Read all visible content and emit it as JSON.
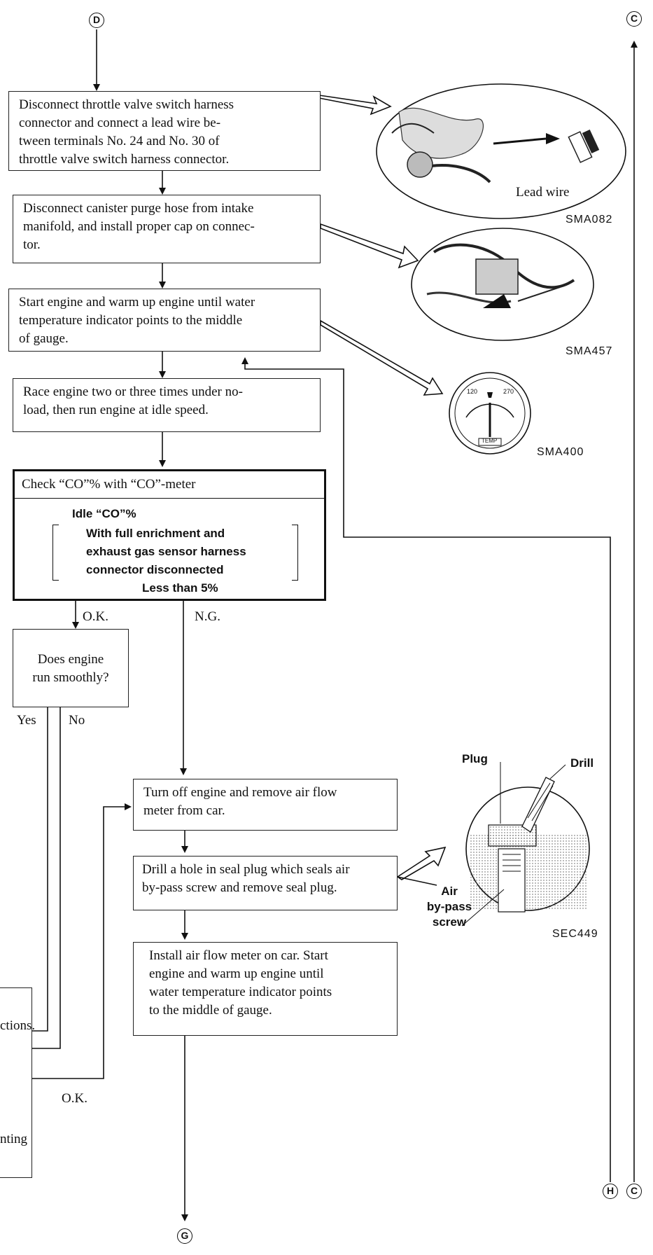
{
  "connectors": {
    "top_in": "D",
    "top_right": "C",
    "bottom_h": "H",
    "bottom_c": "C",
    "bottom_out": "G"
  },
  "steps": {
    "s1": [
      "Disconnect throttle valve switch harness",
      "connector and connect a lead wire be-",
      "tween terminals No. 24 and No. 30 of",
      "throttle valve switch harness connector."
    ],
    "s2": [
      "Disconnect canister purge hose from intake",
      "manifold, and install proper cap on connec-",
      "tor."
    ],
    "s3": [
      "Start engine and warm up engine until water",
      "temperature indicator points to the middle",
      "of gauge."
    ],
    "s4": [
      "Race engine two or three times under no-",
      "load, then run engine  at idle speed."
    ],
    "check_title": "Check “CO”% with “CO”-meter",
    "check_head": "Idle “CO”%",
    "check_cond": [
      "With full enrichment and",
      "exhaust gas sensor harness",
      "connector disconnected"
    ],
    "check_value": "Less than 5%",
    "q1": [
      "Does engine",
      "run smoothly?"
    ],
    "s5": [
      "Turn off engine and remove air flow",
      "meter from car."
    ],
    "s6": [
      "Drill a hole in seal plug which seals air",
      "by-pass screw and remove seal plug."
    ],
    "s7": [
      "Install air flow meter on car. Start",
      "engine and warm up engine until",
      "water temperature indicator points",
      "to the middle of gauge."
    ],
    "left_partial_1": "ctions.",
    "left_partial_2": "nting"
  },
  "branch_labels": {
    "ok1": "O.K.",
    "ng": "N.G.",
    "yes": "Yes",
    "no": "No",
    "ok2": "O.K."
  },
  "figures": {
    "f1_caption": "SMA082",
    "f1_note": "Lead wire",
    "f2_caption": "SMA457",
    "f3_caption": "SMA400",
    "f3_t1": "120",
    "f3_t2": "270",
    "f3_word": "TEMP",
    "f4_caption": "SEC449",
    "f4_plug": "Plug",
    "f4_drill": "Drill",
    "f4_air": [
      "Air",
      "by-pass",
      "screw"
    ]
  }
}
